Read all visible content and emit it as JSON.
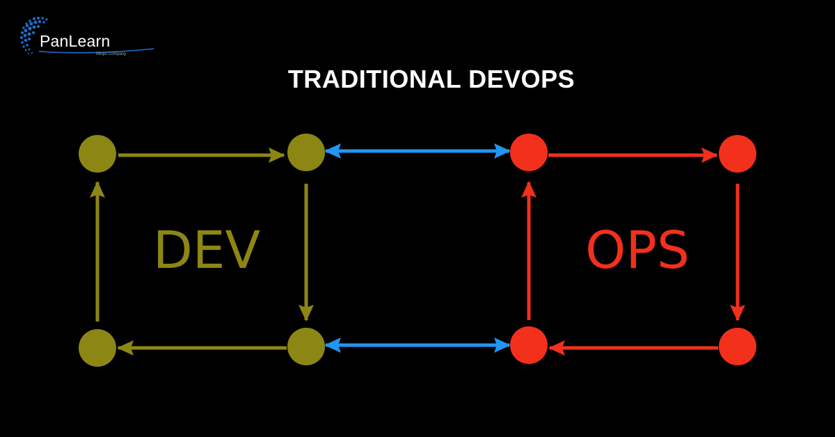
{
  "logo": {
    "name": "PanLearn",
    "tagline": "Mlops Company"
  },
  "title": "TRADITIONAL DEVOPS",
  "diagram": {
    "dev_label": "DEV",
    "ops_label": "OPS"
  },
  "colors": {
    "background": "#000000",
    "dev": "#8c8714",
    "ops": "#f2301c",
    "link": "#2196f3",
    "logo_blue": "#1e6fd0"
  }
}
